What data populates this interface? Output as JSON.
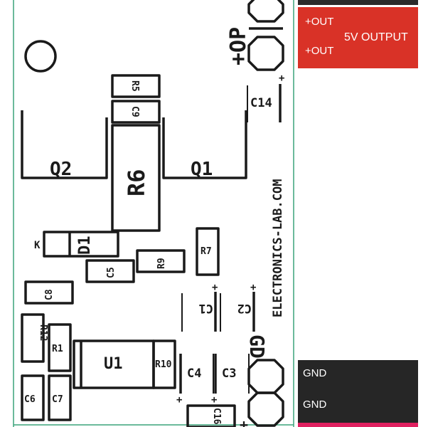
{
  "board": {
    "brand_text": "ELECTRONICS-LAB.COM",
    "top_header": "+OP",
    "bottom_header": "GD",
    "mark_k": "K",
    "components": {
      "q1": "Q1",
      "q2": "Q2",
      "r6": "R6",
      "r5": "R5",
      "c9": "C9",
      "c14": "C14",
      "d1": "D1",
      "r7": "R7",
      "r9": "R9",
      "c5": "C5",
      "c8": "C8",
      "c1": "C1",
      "c2": "C2",
      "r12": "R12",
      "r1": "R1",
      "u1": "U1",
      "r10": "R10",
      "c4": "C4",
      "c3": "C3",
      "c6": "C6",
      "c7": "C7",
      "c16": "C16"
    },
    "plus": "+"
  },
  "output_panel": {
    "pin1": "+OUT",
    "pin2": "+OUT",
    "title": "5V OUTPUT",
    "color": "#d93227"
  },
  "gnd_panel": {
    "pin1": "GND",
    "pin2": "GND",
    "color": "#262626"
  },
  "colors": {
    "board_edge": "#3aa37a",
    "silkscreen": "#1a1a1a",
    "strip_top": "#2b2b2b",
    "strip_bottom": "#e02060"
  }
}
